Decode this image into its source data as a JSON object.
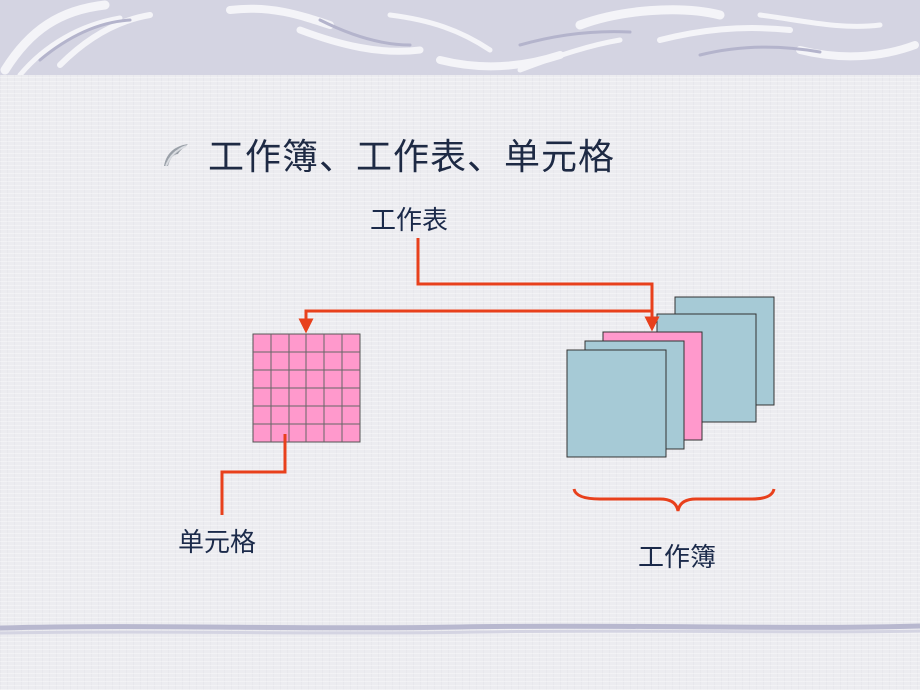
{
  "title": "工作簿、工作表、单元格",
  "labels": {
    "worksheet": "工作表",
    "cell": "单元格",
    "workbook": "工作簿"
  },
  "colors": {
    "title_text": "#1e2a44",
    "arrow": "#e8401c",
    "grid_fill": "#ff99cc",
    "sheet_fill": "#a6cad6",
    "active_sheet_fill": "#ff99cc",
    "band": "#d4d4e2"
  },
  "icons": {
    "bullet": "leaf-bullet-icon"
  }
}
